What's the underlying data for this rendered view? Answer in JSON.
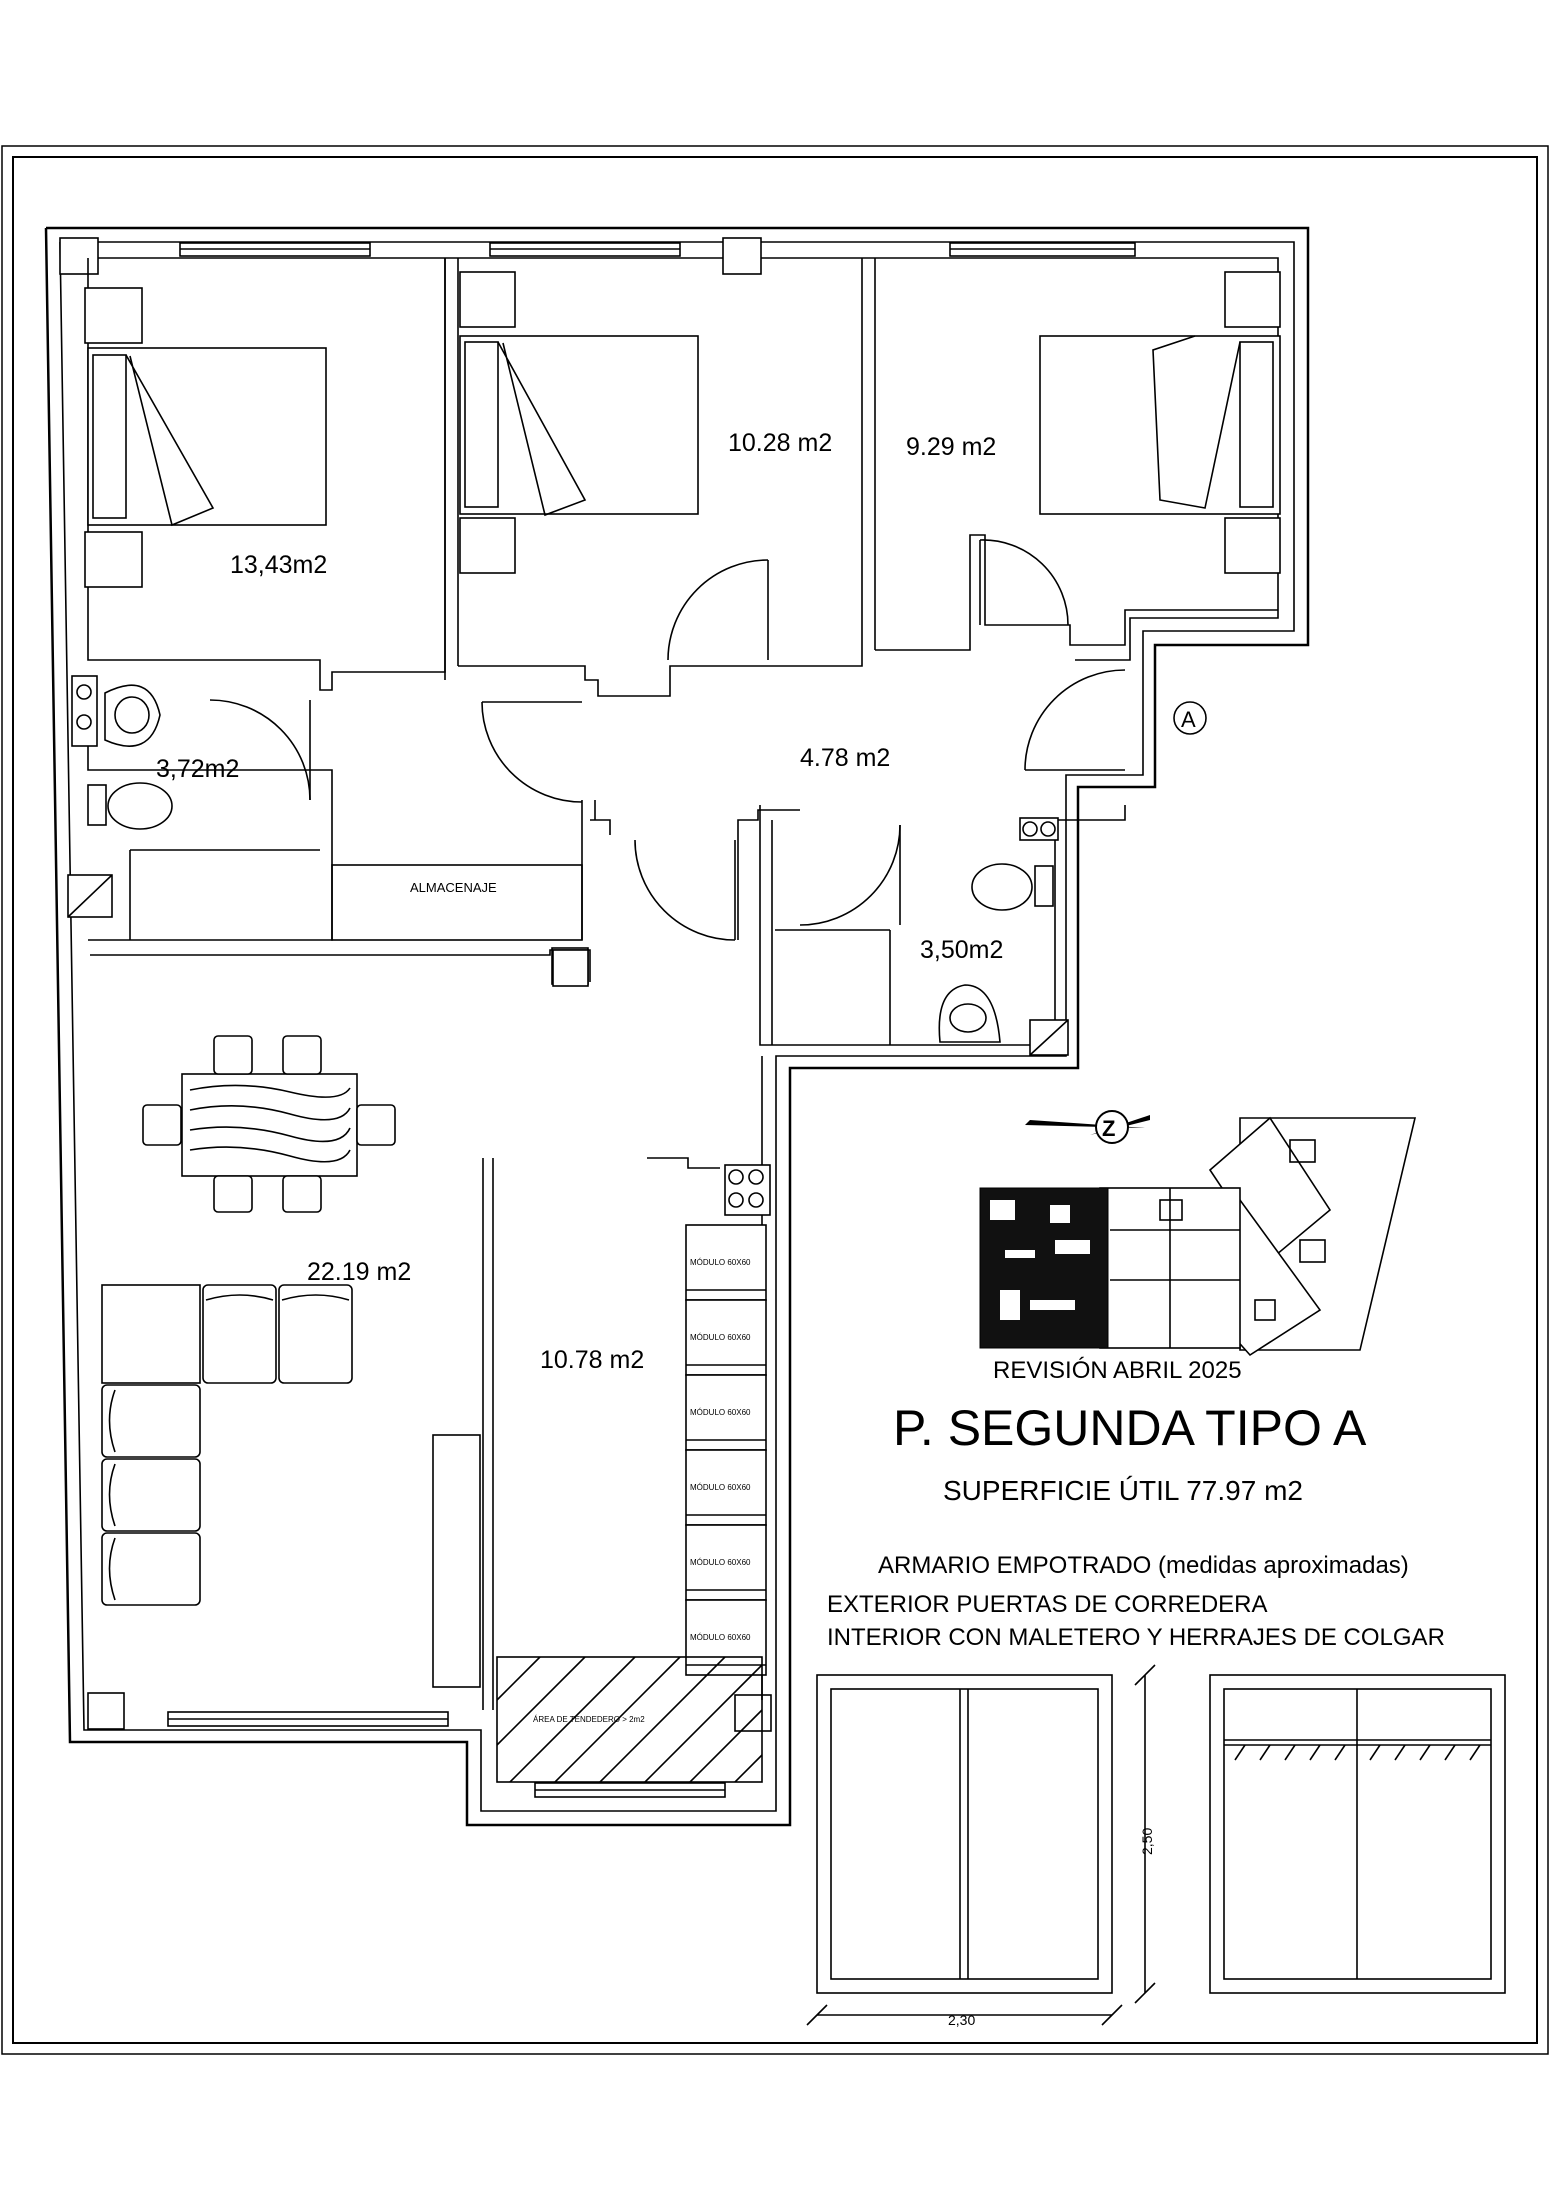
{
  "rooms": [
    {
      "id": "dormitorio-principal",
      "area": "13,43m2"
    },
    {
      "id": "dormitorio-2",
      "area": "10.28 m2"
    },
    {
      "id": "dormitorio-3",
      "area": "9.29 m2"
    },
    {
      "id": "bano-1",
      "area": "3,72m2"
    },
    {
      "id": "pasillo",
      "area": "4.78 m2"
    },
    {
      "id": "bano-2",
      "area": "3,50m2"
    },
    {
      "id": "salon-comedor",
      "area": "22.19 m2"
    },
    {
      "id": "cocina",
      "area": "10.78 m2"
    }
  ],
  "labels": {
    "storage": "ALMACENAJE",
    "drying_area": "ÁREA DE TENDEDERO > 2m2",
    "module": "MÓDULO 60X60",
    "point_marker": "A"
  },
  "title_block": {
    "revision": "REVISIÓN ABRIL 2025",
    "title": "P. SEGUNDA TIPO A",
    "surface": "SUPERFICIE ÚTIL 77.97 m2"
  },
  "wardrobe_notes": {
    "line1": "ARMARIO EMPOTRADO (medidas aproximadas)",
    "line2": "EXTERIOR PUERTAS DE CORREDERA",
    "line3": "INTERIOR CON MALETERO Y HERRAJES DE COLGAR"
  },
  "dimensions": {
    "height": "2,50",
    "width": "2,30"
  },
  "icons": [
    "north-arrow-icon",
    "location-key-plan"
  ],
  "colors": {
    "line": "#000000",
    "background": "#ffffff"
  }
}
